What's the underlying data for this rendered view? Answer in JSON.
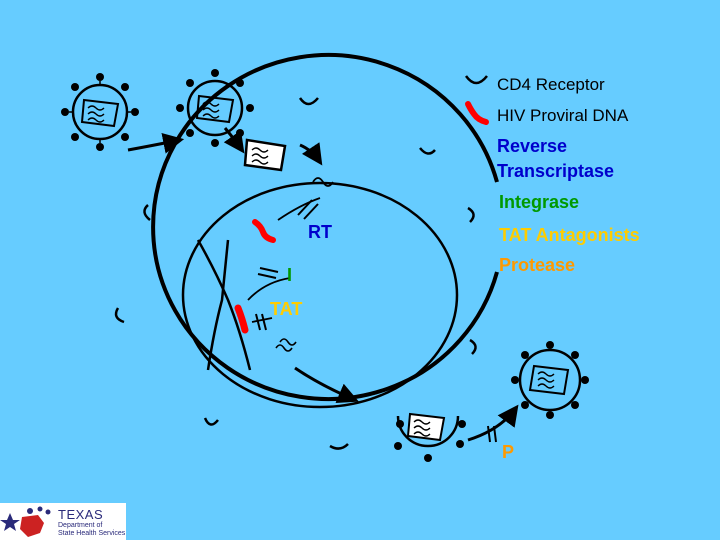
{
  "legend": {
    "cd4_receptor": "CD4 Receptor",
    "hiv_proviral_dna": "HIV Proviral DNA",
    "reverse_transcriptase_line1": "Reverse",
    "reverse_transcriptase_line2": "Transcriptase",
    "integrase": "Integrase",
    "tat_antagonists": "TAT Antagonists",
    "protease": "Protease"
  },
  "diagram_labels": {
    "rt": "RT",
    "i": "I",
    "tat": "TAT",
    "p": "P"
  },
  "colors": {
    "background": "#66ccff",
    "reverse_transcriptase": "#0000cc",
    "integrase": "#009900",
    "tat": "#ffcc00",
    "protease": "#ff9900",
    "proviral_dna": "#ff0000"
  },
  "logo": {
    "name": "TEXAS",
    "subtitle_line1": "Department of",
    "subtitle_line2": "State Health Services"
  }
}
